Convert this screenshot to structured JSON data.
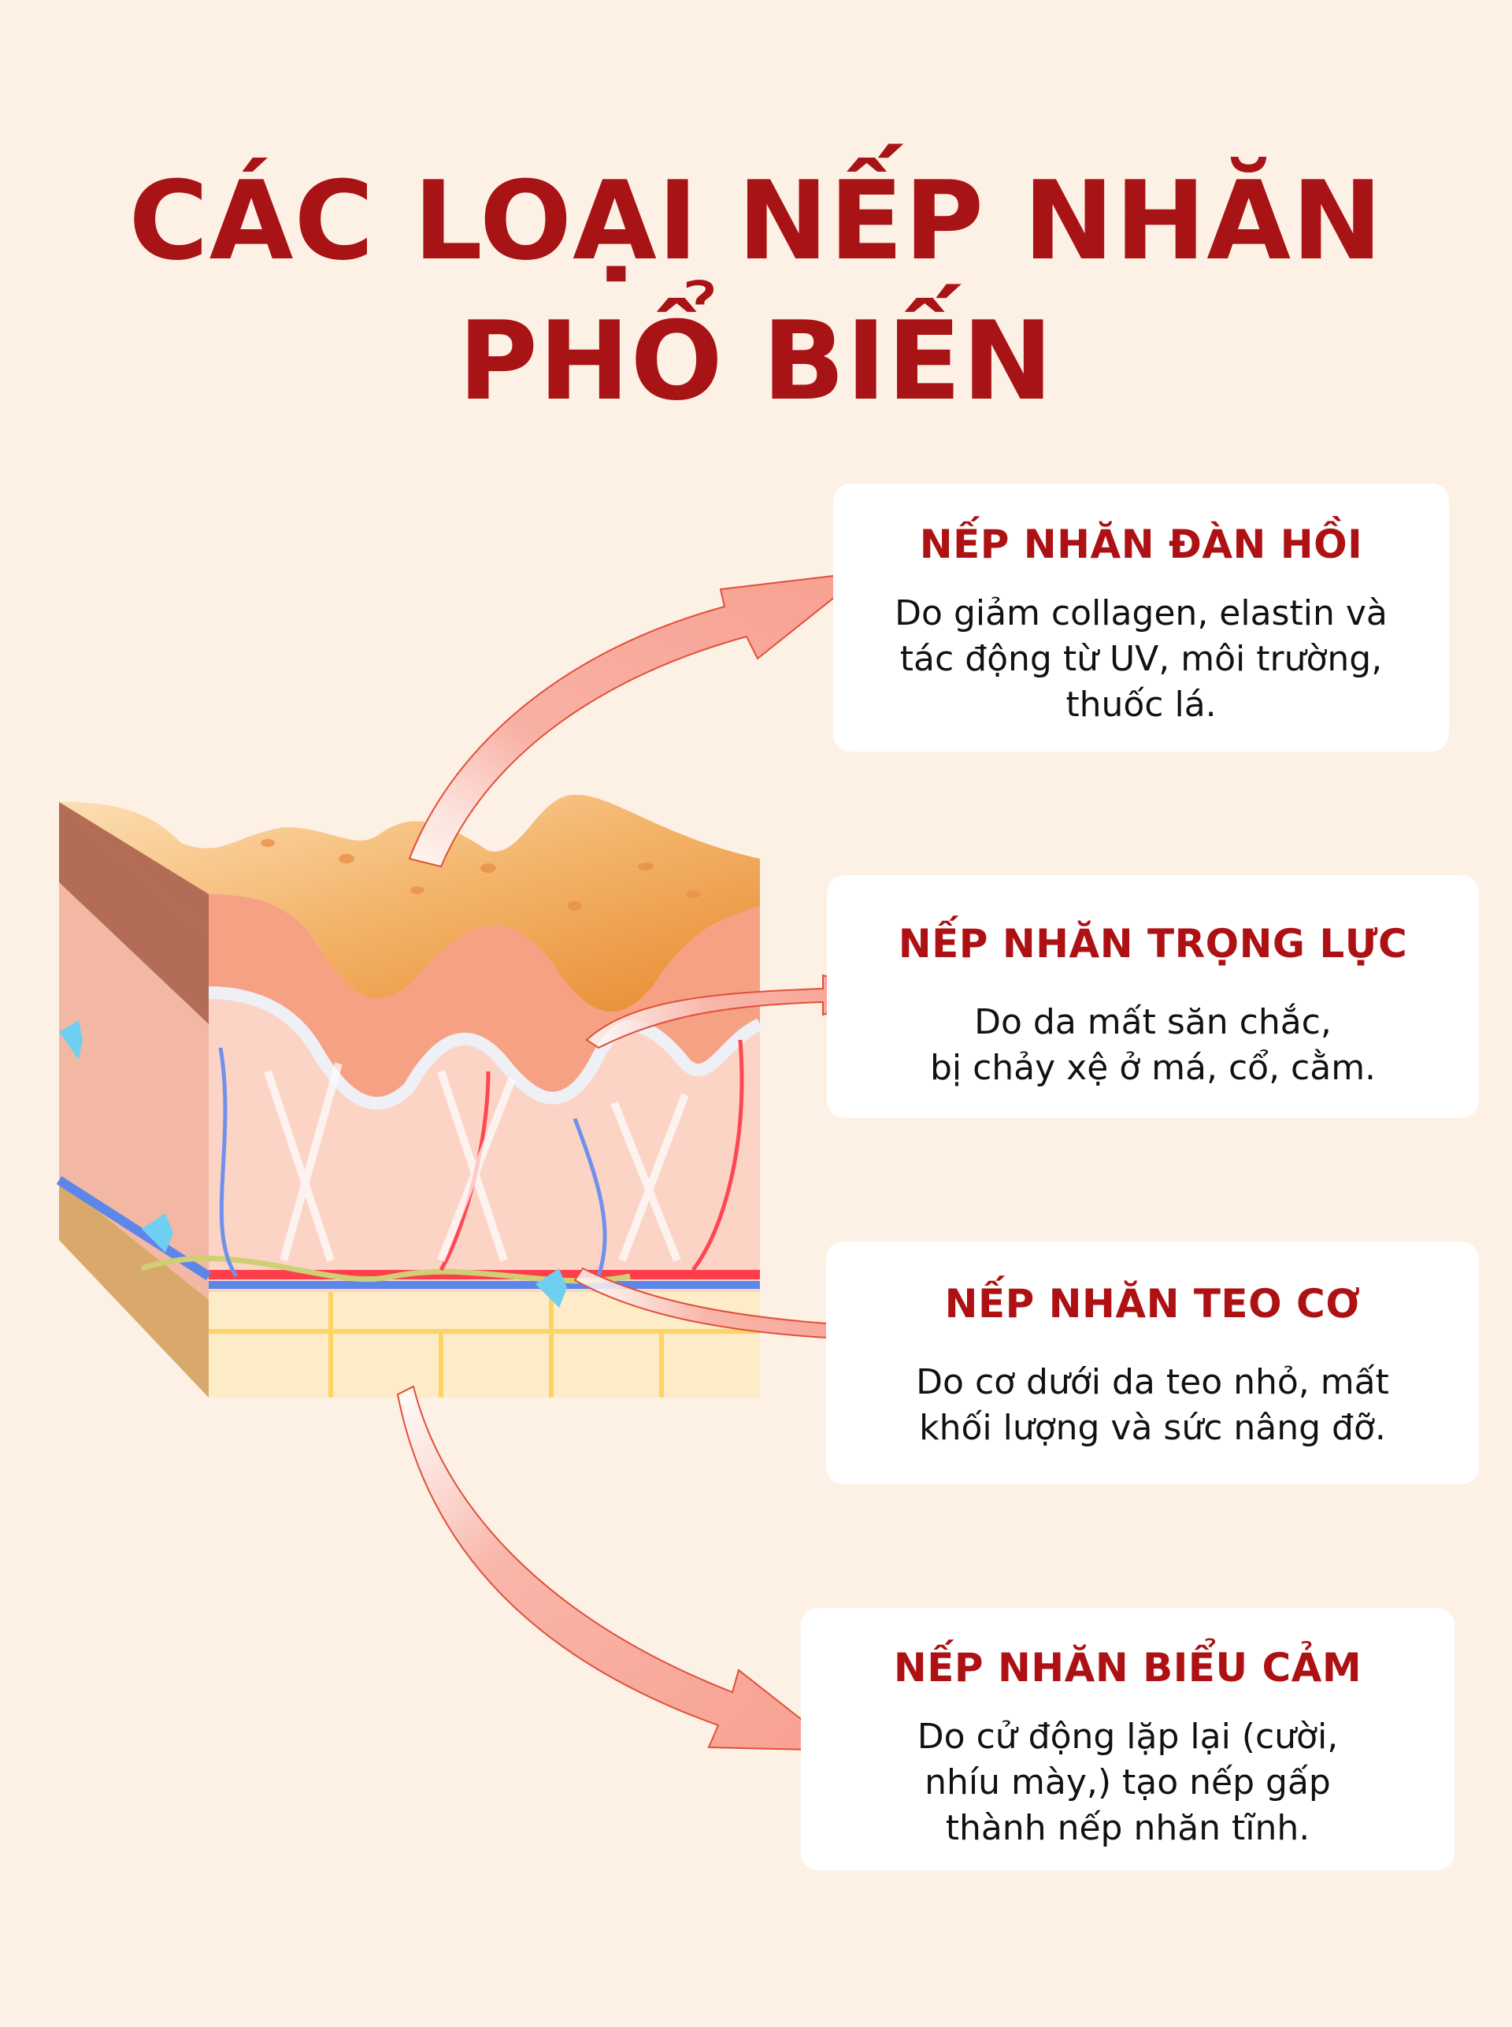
{
  "title": {
    "line1": "CÁC LOẠI NẾP NHĂN",
    "line2": "PHỔ BIẾN",
    "color": "#a81315"
  },
  "illustration": {
    "subject": "skin-cross-section-3d",
    "layers": [
      "epidermis-wrinkled-surface",
      "dermis",
      "blood-vessels-and-nerves",
      "subcutaneous-fat"
    ]
  },
  "arrows": [
    {
      "name": "arrow-to-elastic",
      "target": "card-1",
      "color": "#f9a79a"
    },
    {
      "name": "arrow-to-gravity",
      "target": "card-2",
      "color": "#f9a79a"
    },
    {
      "name": "arrow-to-muscle",
      "target": "card-3",
      "color": "#f9a79a"
    },
    {
      "name": "arrow-to-expression",
      "target": "card-4",
      "color": "#f9a79a"
    }
  ],
  "cards": [
    {
      "heading": "NẾP NHĂN ĐÀN HỒI",
      "lines": [
        "Do giảm collagen, elastin và",
        "tác động từ UV, môi trường,",
        "thuốc lá."
      ]
    },
    {
      "heading": "NẾP NHĂN TRỌNG LỰC",
      "lines": [
        "Do da mất săn chắc,",
        "bị chảy xệ ở má, cổ, cằm."
      ]
    },
    {
      "heading": "NẾP NHĂN TEO CƠ",
      "lines": [
        "Do cơ dưới da teo nhỏ, mất",
        "khối lượng và sức nâng đỡ."
      ]
    },
    {
      "heading": "NẾP NHĂN BIỂU CẢM",
      "lines": [
        "Do cử động lặp lại (cười,",
        "nhíu mày,) tạo nếp gấp",
        "thành nếp nhăn tĩnh."
      ]
    }
  ],
  "colors": {
    "background": "#fdf1e6",
    "heading": "#ad1114",
    "card": "#ffffff",
    "body_text": "#111111"
  }
}
